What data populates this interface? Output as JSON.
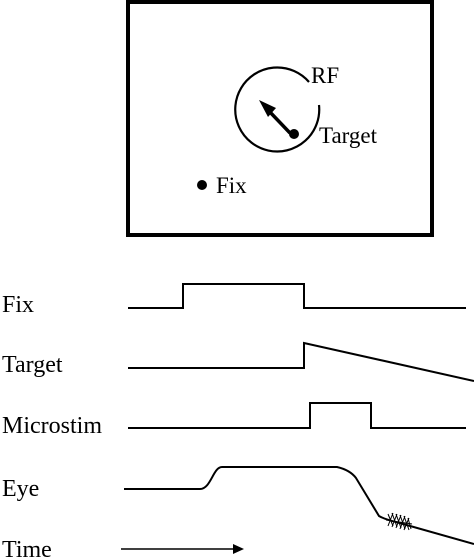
{
  "scene": {
    "rf_label": "RF",
    "target_label": "Target",
    "fix_label": "Fix"
  },
  "traces": {
    "fix_label": "Fix",
    "target_label": "Target",
    "microstim_label": "Microstim",
    "eye_label": "Eye",
    "time_label": "Time"
  }
}
